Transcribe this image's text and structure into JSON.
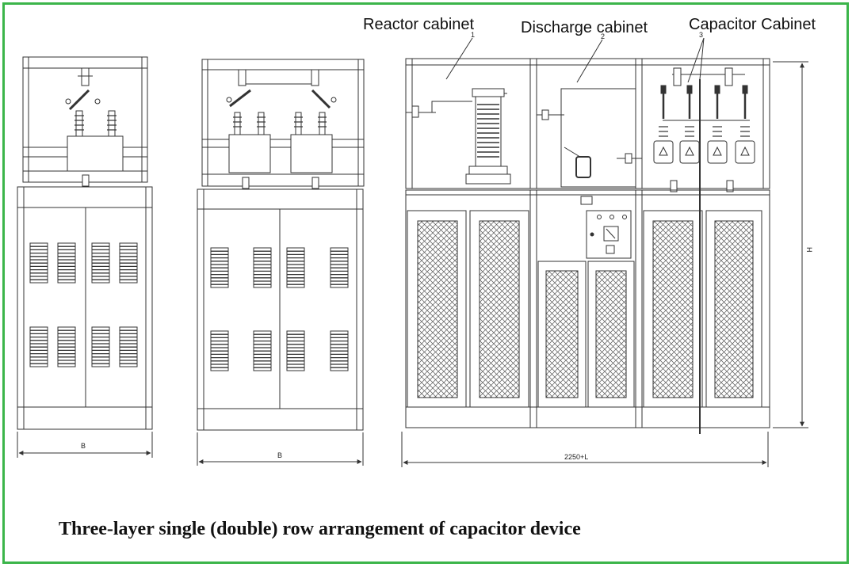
{
  "labels": {
    "reactor": "Reactor cabinet",
    "discharge": "Discharge cabinet",
    "capacitor": "Capacitor Cabinet",
    "n1": "1",
    "n2": "2",
    "n3": "3"
  },
  "dimensions": {
    "b1": "B",
    "b2": "B",
    "total": "2250+L",
    "height": "H"
  },
  "caption": "Three-layer single (double) row arrangement of capacitor device",
  "colors": {
    "frame": "#3bb54a",
    "line": "#333333"
  }
}
